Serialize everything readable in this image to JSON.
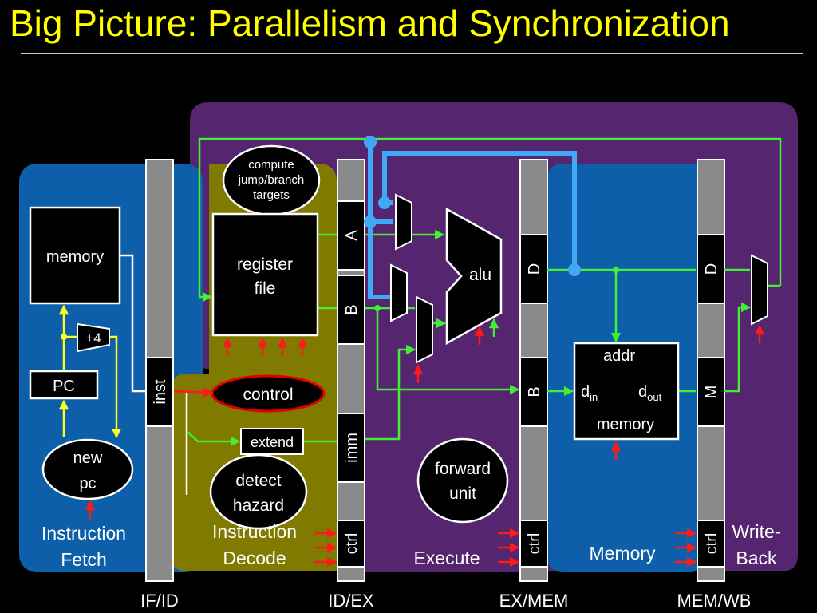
{
  "title": "Big Picture: Parallelism and Synchronization",
  "stages": {
    "fetch": [
      "Instruction",
      "Fetch"
    ],
    "decode": [
      "Instruction",
      "Decode"
    ],
    "execute": "Execute",
    "memory": "Memory",
    "writeback": [
      "Write-",
      "Back"
    ]
  },
  "pipeline_registers": {
    "if_id": "IF/ID",
    "id_ex": "ID/EX",
    "ex_mem": "EX/MEM",
    "mem_wb": "MEM/WB"
  },
  "fields": {
    "inst": "inst",
    "a": "A",
    "b": "B",
    "imm": "imm",
    "ctrl": "ctrl",
    "d": "D",
    "m": "M"
  },
  "blocks": {
    "instruction_memory": "memory",
    "pc": "PC",
    "plus4": "+4",
    "new_pc": [
      "new",
      "pc"
    ],
    "compute_targets": [
      "compute",
      "jump/branch",
      "targets"
    ],
    "register_file": [
      "register",
      "file"
    ],
    "control": "control",
    "extend": "extend",
    "detect_hazard": [
      "detect",
      "hazard"
    ],
    "alu": "alu",
    "forward_unit": [
      "forward",
      "unit"
    ],
    "data_memory": {
      "addr": "addr",
      "din": "d",
      "din_sub": "in",
      "dout": "d",
      "dout_sub": "out",
      "label": "memory"
    }
  },
  "colors": {
    "title": "#ffff00",
    "fetch_region": "#0c5fa8",
    "decode_region": "#807a00",
    "execute_region": "#55256f",
    "memory_region": "#0c5fa8",
    "writeback_region": "#55256f",
    "pipeline_register": "#8a8a8a",
    "wire_green": "#44ee33",
    "wire_yellow": "#ffff22",
    "wire_forward": "#3fa9f5",
    "signal_red": "#ff1a1a",
    "control_outline": "#e00000"
  }
}
